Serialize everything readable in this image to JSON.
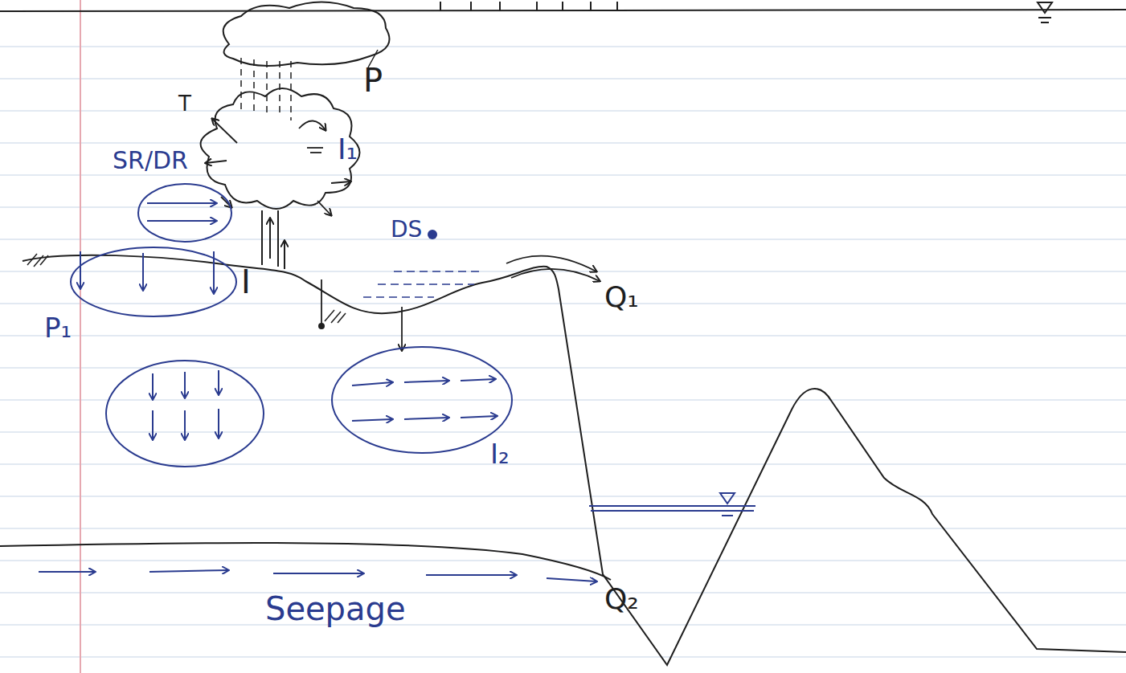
{
  "diagram": {
    "nodes": [
      {
        "text": [
          "SR/DR"
        ]
      },
      {
        "text": [
          "I"
        ]
      },
      {
        "text": [
          "P₁"
        ]
      },
      {
        "text": [
          "I₂"
        ]
      }
    ],
    "labels": [
      "T",
      "P",
      "I₁",
      "DS",
      "Q₁",
      "Seepage",
      "Q₂"
    ]
  }
}
